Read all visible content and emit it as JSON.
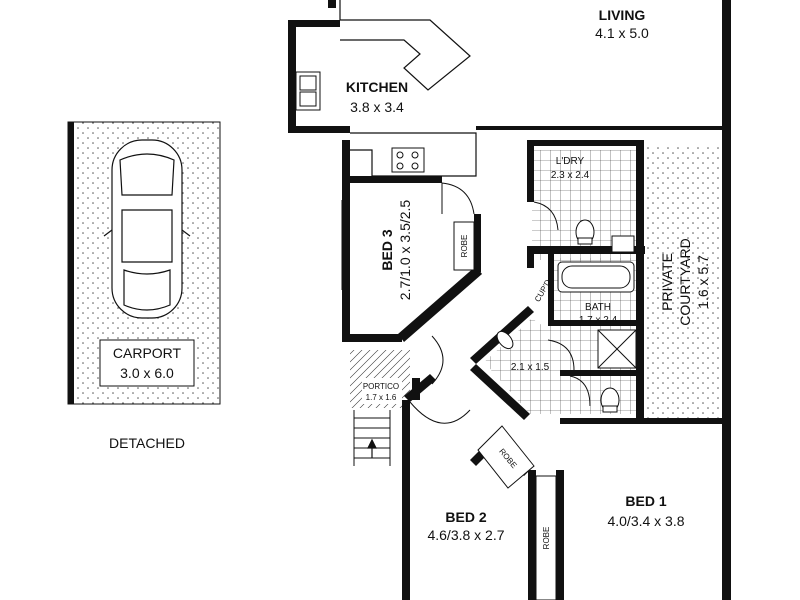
{
  "colors": {
    "wall": "#111111",
    "hatch": "#555555",
    "background": "#ffffff"
  },
  "rooms": {
    "living": {
      "name": "LIVING",
      "size": "4.1 x 5.0"
    },
    "kitchen": {
      "name": "KITCHEN",
      "size": "3.8 x 3.4"
    },
    "laundry": {
      "name": "L'DRY",
      "size": "2.3 x 2.4"
    },
    "bed3": {
      "name": "BED 3",
      "size": "2.7/1.0 x 3.5/2.5"
    },
    "bed3_robe": {
      "name": "ROBE"
    },
    "cupboard": {
      "name": "CUP'D"
    },
    "bath": {
      "name": "BATH",
      "size": "1.7 x 2.4"
    },
    "courtyard": {
      "name": "PRIVATE COURTYARD",
      "line1": "PRIVATE",
      "line2": "COURTYARD",
      "size": "1.6 x 5.7"
    },
    "ensuite": {
      "size": "2.1 x 1.5"
    },
    "portico": {
      "name": "PORTICO",
      "size": "1.7 x 1.6"
    },
    "carport": {
      "name": "CARPORT",
      "size": "3.0 x 6.0",
      "note": "DETACHED"
    },
    "bed2": {
      "name": "BED 2",
      "size": "4.6/3.8 x 2.7"
    },
    "bed2_robe": {
      "name": "ROBE"
    },
    "bed1": {
      "name": "BED 1",
      "size": "4.0/3.4 x 3.8"
    },
    "bed1_robe": {
      "name": "ROBE"
    }
  },
  "icons": [
    "car-icon",
    "cooktop-icon",
    "sink-icon",
    "toilet-icon",
    "bathtub-icon",
    "shower-icon",
    "entry-arrow-icon"
  ]
}
